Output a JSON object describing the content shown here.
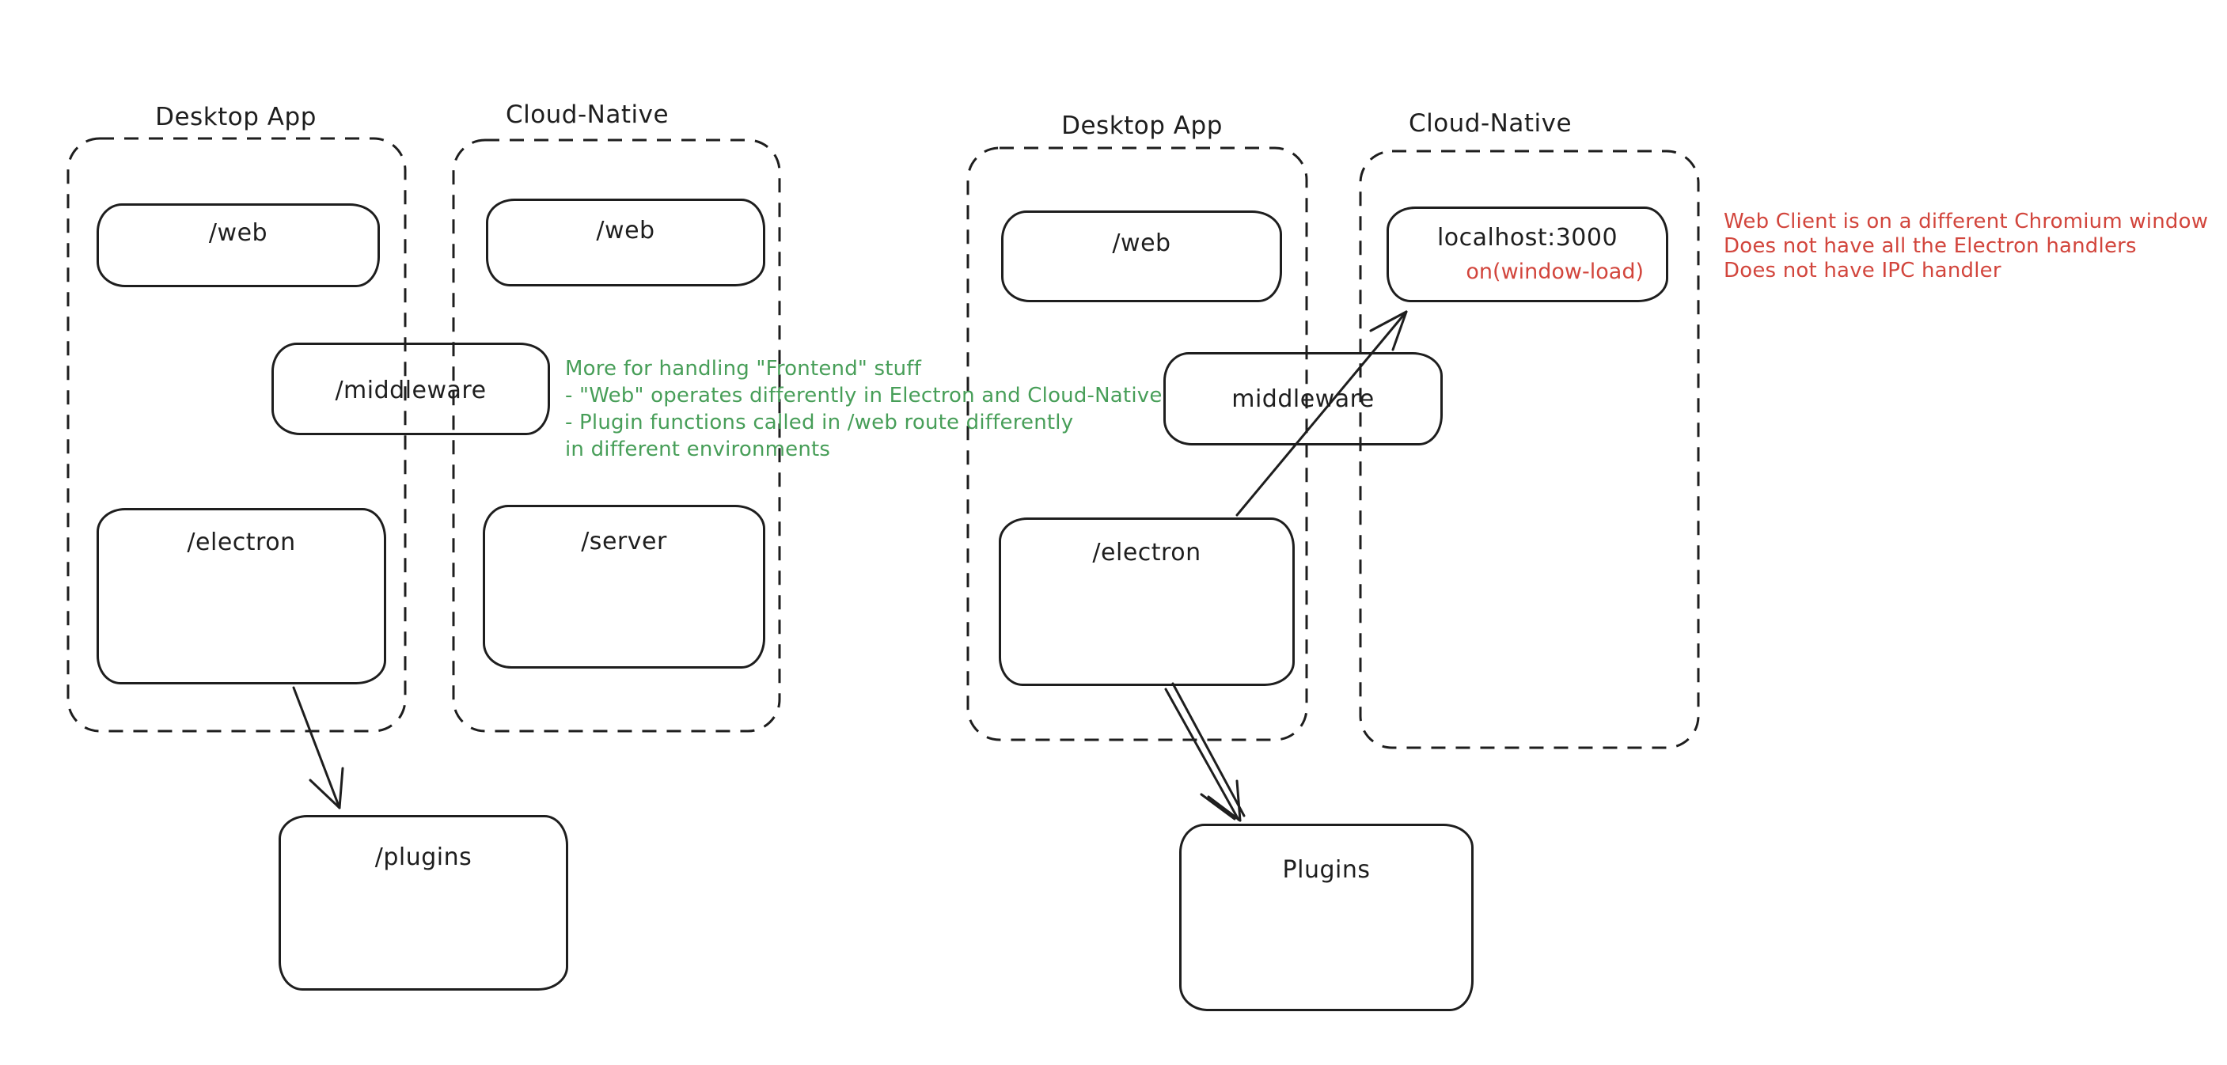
{
  "palette": {
    "background": "#ffffff",
    "ink": "#1e1e1e",
    "red": "#d2453c",
    "green": "#479e58"
  },
  "left_diagram": {
    "desktop_app_label": "Desktop App",
    "cloud_native_label": "Cloud-Native",
    "web_desktop": "/web",
    "web_cloud": "/web",
    "middleware": "/middleware",
    "electron": "/electron",
    "server": "/server",
    "plugins": "/plugins",
    "note_lines": {
      "l1": "More for handling \"Frontend\" stuff",
      "l2": "- \"Web\" operates differently in Electron and Cloud-Native",
      "l3": "- Plugin functions called in /web route differently",
      "l4": "in different environments"
    }
  },
  "right_diagram": {
    "desktop_app_label": "Desktop App",
    "cloud_native_label": "Cloud-Native",
    "web_desktop": "/web",
    "localhost": "localhost:3000",
    "window_load": "on(window-load)",
    "middleware": "middleware",
    "electron": "/electron",
    "plugins": "Plugins",
    "note_lines": {
      "l1": "Web Client is on a different Chromium window",
      "l2": "Does not have all the Electron handlers",
      "l3": "Does not have IPC handler"
    }
  }
}
